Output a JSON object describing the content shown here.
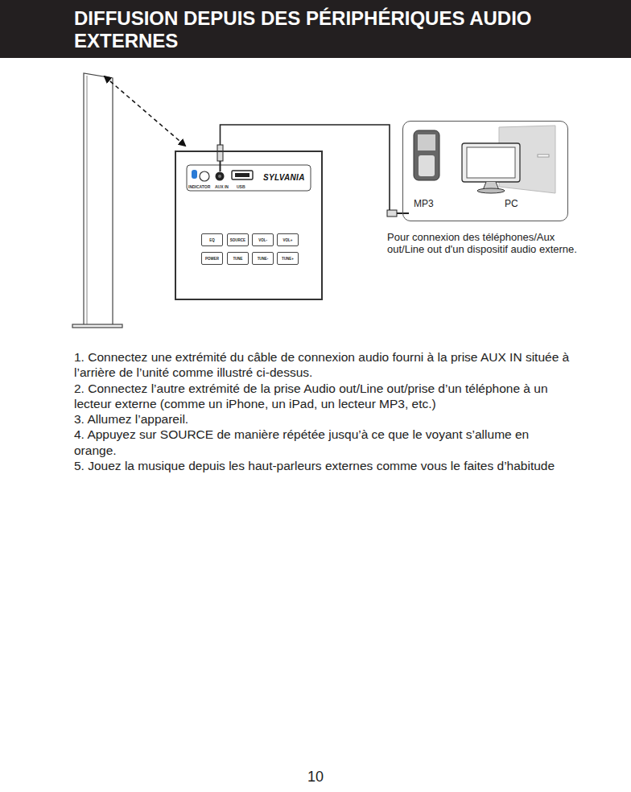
{
  "diagram": {
    "title": "DIFFUSION DEPUIS DES PÉRIPHÉRIQUES AUDIO EXTERNES",
    "nodes": [
      {
        "text": [
          "INDICATOR",
          "AUX IN",
          "USB",
          "SYLVANIA"
        ]
      },
      {
        "text": [
          "EQ"
        ],
        "in": 0
      },
      {
        "text": [
          "SOURCE"
        ],
        "in": 0
      },
      {
        "text": [
          "VOL-"
        ],
        "in": 0
      },
      {
        "text": [
          "VOL+"
        ],
        "in": 0
      },
      {
        "text": [
          "POWER"
        ],
        "in": 0
      },
      {
        "text": [
          "TUNE"
        ],
        "in": 0
      },
      {
        "text": [
          "TUNE-"
        ],
        "in": 0
      },
      {
        "text": [
          "TUNE+"
        ],
        "in": 0
      },
      {
        "text": [
          "MP3",
          "PC"
        ]
      }
    ],
    "labels": [
      "Pour connexion des téléphones/Aux out/Line out d'un dispositif audio externe.",
      "1. Connectez une extrémité du câble de connexion audio fourni à la prise AUX IN située à l’arrière de l’unité comme illustré ci-dessus.",
      "2. Connectez l’autre extrémité de la prise Audio out/Line out/prise d’un téléphone à un lecteur externe (comme un iPhone, un iPad, un lecteur MP3, etc.)",
      "3. Allumez l’appareil.",
      "4. Appuyez sur SOURCE de manière répétée jusqu’à ce que le voyant s’allume en orange.",
      "5. Jouez la musique depuis les haut-parleurs externes comme vous le faites d’habitude",
      "10"
    ]
  }
}
